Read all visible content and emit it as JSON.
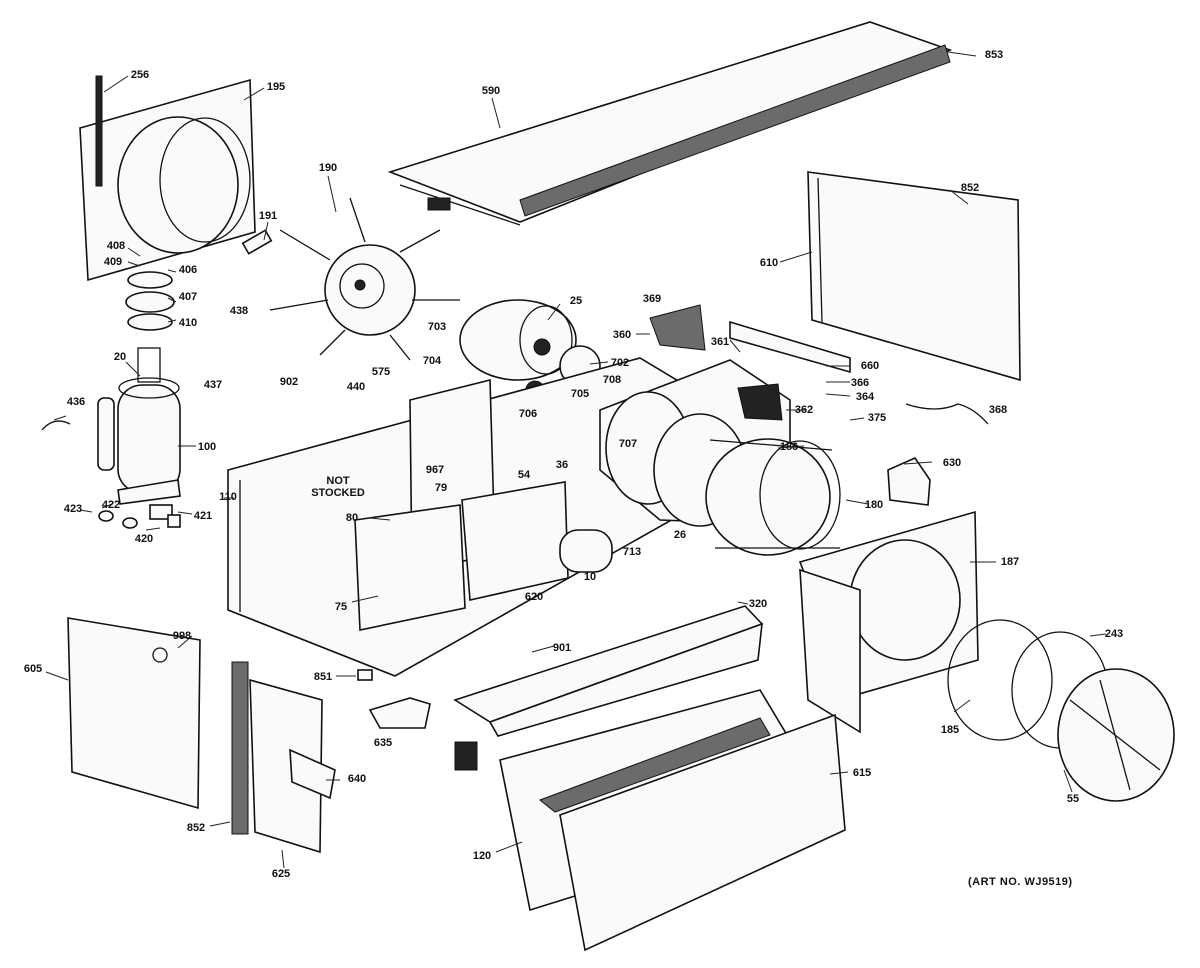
{
  "labels": [
    {
      "id": "256",
      "text": "256"
    },
    {
      "id": "195",
      "text": "195"
    },
    {
      "id": "590",
      "text": "590"
    },
    {
      "id": "853",
      "text": "853"
    },
    {
      "id": "190",
      "text": "190"
    },
    {
      "id": "191",
      "text": "191"
    },
    {
      "id": "852a",
      "text": "852"
    },
    {
      "id": "610",
      "text": "610"
    },
    {
      "id": "408",
      "text": "408"
    },
    {
      "id": "409",
      "text": "409"
    },
    {
      "id": "406",
      "text": "406"
    },
    {
      "id": "407",
      "text": "407"
    },
    {
      "id": "410",
      "text": "410"
    },
    {
      "id": "438",
      "text": "438"
    },
    {
      "id": "25",
      "text": "25"
    },
    {
      "id": "369",
      "text": "369"
    },
    {
      "id": "360",
      "text": "360"
    },
    {
      "id": "703",
      "text": "703"
    },
    {
      "id": "704",
      "text": "704"
    },
    {
      "id": "702",
      "text": "702"
    },
    {
      "id": "20",
      "text": "20"
    },
    {
      "id": "437",
      "text": "437"
    },
    {
      "id": "575",
      "text": "575"
    },
    {
      "id": "440",
      "text": "440"
    },
    {
      "id": "902",
      "text": "902"
    },
    {
      "id": "705",
      "text": "705"
    },
    {
      "id": "708",
      "text": "708"
    },
    {
      "id": "361",
      "text": "361"
    },
    {
      "id": "660",
      "text": "660"
    },
    {
      "id": "366",
      "text": "366"
    },
    {
      "id": "364",
      "text": "364"
    },
    {
      "id": "362",
      "text": "362"
    },
    {
      "id": "375",
      "text": "375"
    },
    {
      "id": "368",
      "text": "368"
    },
    {
      "id": "436",
      "text": "436"
    },
    {
      "id": "706",
      "text": "706"
    },
    {
      "id": "707",
      "text": "707"
    },
    {
      "id": "186",
      "text": "186"
    },
    {
      "id": "100",
      "text": "100"
    },
    {
      "id": "36",
      "text": "36"
    },
    {
      "id": "630",
      "text": "630"
    },
    {
      "id": "not_stocked",
      "text": "NOT\nSTOCKED"
    },
    {
      "id": "967",
      "text": "967"
    },
    {
      "id": "79",
      "text": "79"
    },
    {
      "id": "54",
      "text": "54"
    },
    {
      "id": "110",
      "text": "110"
    },
    {
      "id": "422",
      "text": "422"
    },
    {
      "id": "423",
      "text": "423"
    },
    {
      "id": "421",
      "text": "421"
    },
    {
      "id": "420",
      "text": "420"
    },
    {
      "id": "80",
      "text": "80"
    },
    {
      "id": "180",
      "text": "180"
    },
    {
      "id": "26",
      "text": "26"
    },
    {
      "id": "713",
      "text": "713"
    },
    {
      "id": "187",
      "text": "187"
    },
    {
      "id": "10",
      "text": "10"
    },
    {
      "id": "75",
      "text": "75"
    },
    {
      "id": "620",
      "text": "620"
    },
    {
      "id": "320",
      "text": "320"
    },
    {
      "id": "998",
      "text": "998"
    },
    {
      "id": "901",
      "text": "901"
    },
    {
      "id": "243",
      "text": "243"
    },
    {
      "id": "605",
      "text": "605"
    },
    {
      "id": "851",
      "text": "851"
    },
    {
      "id": "635",
      "text": "635"
    },
    {
      "id": "185",
      "text": "185"
    },
    {
      "id": "640",
      "text": "640"
    },
    {
      "id": "615",
      "text": "615"
    },
    {
      "id": "55",
      "text": "55"
    },
    {
      "id": "852b",
      "text": "852"
    },
    {
      "id": "625",
      "text": "625"
    },
    {
      "id": "120",
      "text": "120"
    }
  ],
  "art_number": "(ART NO. WJ9519)"
}
